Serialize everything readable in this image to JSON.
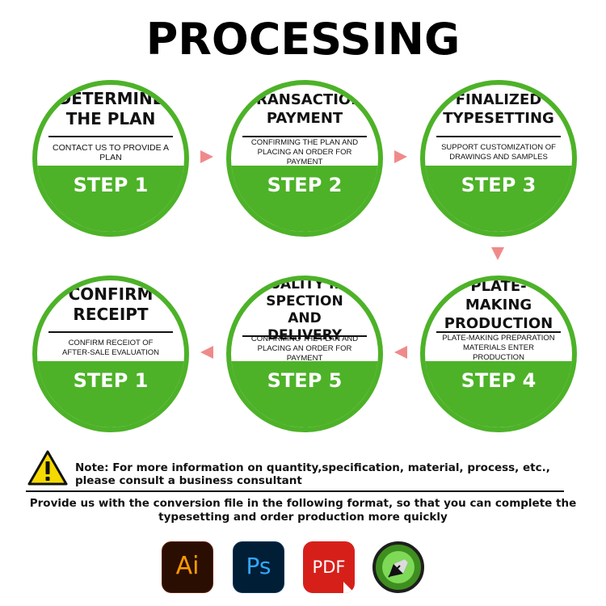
{
  "title": "PROCESSING",
  "steps": [
    {
      "heading": "DETERMINE THE PLAN",
      "description": "CONTACT US TO PROVIDE A PLAN",
      "label": "STEP 1"
    },
    {
      "heading": "TRANSACTION PAYMENT",
      "description": "CONFIRMING THE PLAN AND PLACING AN ORDER FOR PAYMENT",
      "label": "STEP 2"
    },
    {
      "heading": "FINALIZED TYPESETTING",
      "description": "SUPPORT CUSTOMIZATION OF DRAWINGS AND SAMPLES",
      "label": "STEP 3"
    },
    {
      "heading": "PLATE-MAKING PRODUCTION",
      "description": "PLATE-MAKING PREPARATION MATERIALS ENTER PRODUCTION",
      "label": "STEP 4"
    },
    {
      "heading": "QUALITY IN-SPECTION AND DELIVERY",
      "description": "CONFIRMING THE PLAN AND PLACING AN ORDER FOR PAYMENT",
      "label": "STEP 5"
    },
    {
      "heading": "CONFIRM RECEIPT",
      "description": "CONFIRM RECEIOT OF AFTER-SALE EVALUATION",
      "label": "STEP 1"
    }
  ],
  "note": "Note: For more information on quantity,specification, material, process, etc., please consult a business consultant",
  "format_text": "Provide us with the conversion file in the following format, so that you can complete the typesetting and order production more quickly",
  "formats": {
    "ai": "Ai",
    "ps": "Ps",
    "pdf": "PDF"
  },
  "colors": {
    "green": "#4db228",
    "arrow": "#f08a8a",
    "warning": "#f6d900"
  },
  "icons": [
    "warning-icon",
    "adobe-illustrator-icon",
    "adobe-photoshop-icon",
    "pdf-icon",
    "coreldraw-icon"
  ]
}
